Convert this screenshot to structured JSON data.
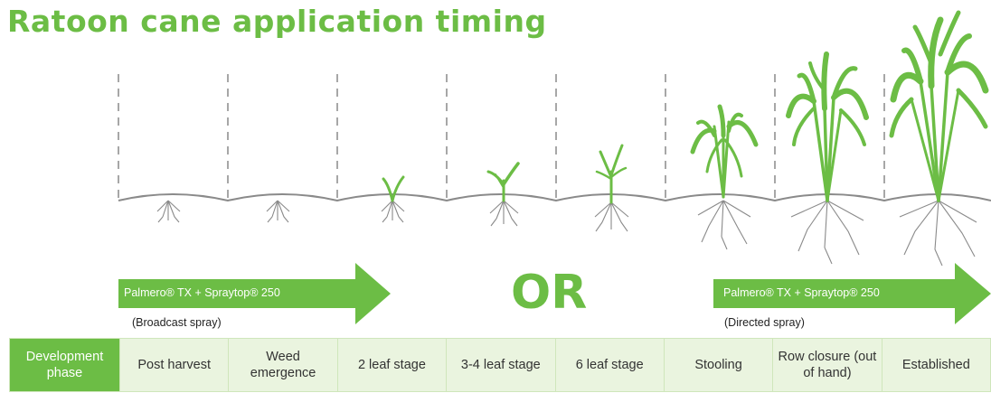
{
  "title": "Ratoon cane application timing",
  "colors": {
    "brand_green": "#6cbd45",
    "light_green": "#eaf4df",
    "root_gray": "#8a8a8a"
  },
  "arrows": [
    {
      "label": "Palmero® TX + Spraytop® 250",
      "note": "(Broadcast spray)"
    },
    {
      "label": "Palmero® TX + Spraytop® 250",
      "note": "(Directed spray)"
    }
  ],
  "or_text": "OR",
  "phase_header": "Development phase",
  "phases": [
    "Post harvest",
    "Weed emergence",
    "2 leaf stage",
    "3-4 leaf stage",
    "6 leaf stage",
    "Stooling",
    "Row closure (out of hand)",
    "Established"
  ]
}
